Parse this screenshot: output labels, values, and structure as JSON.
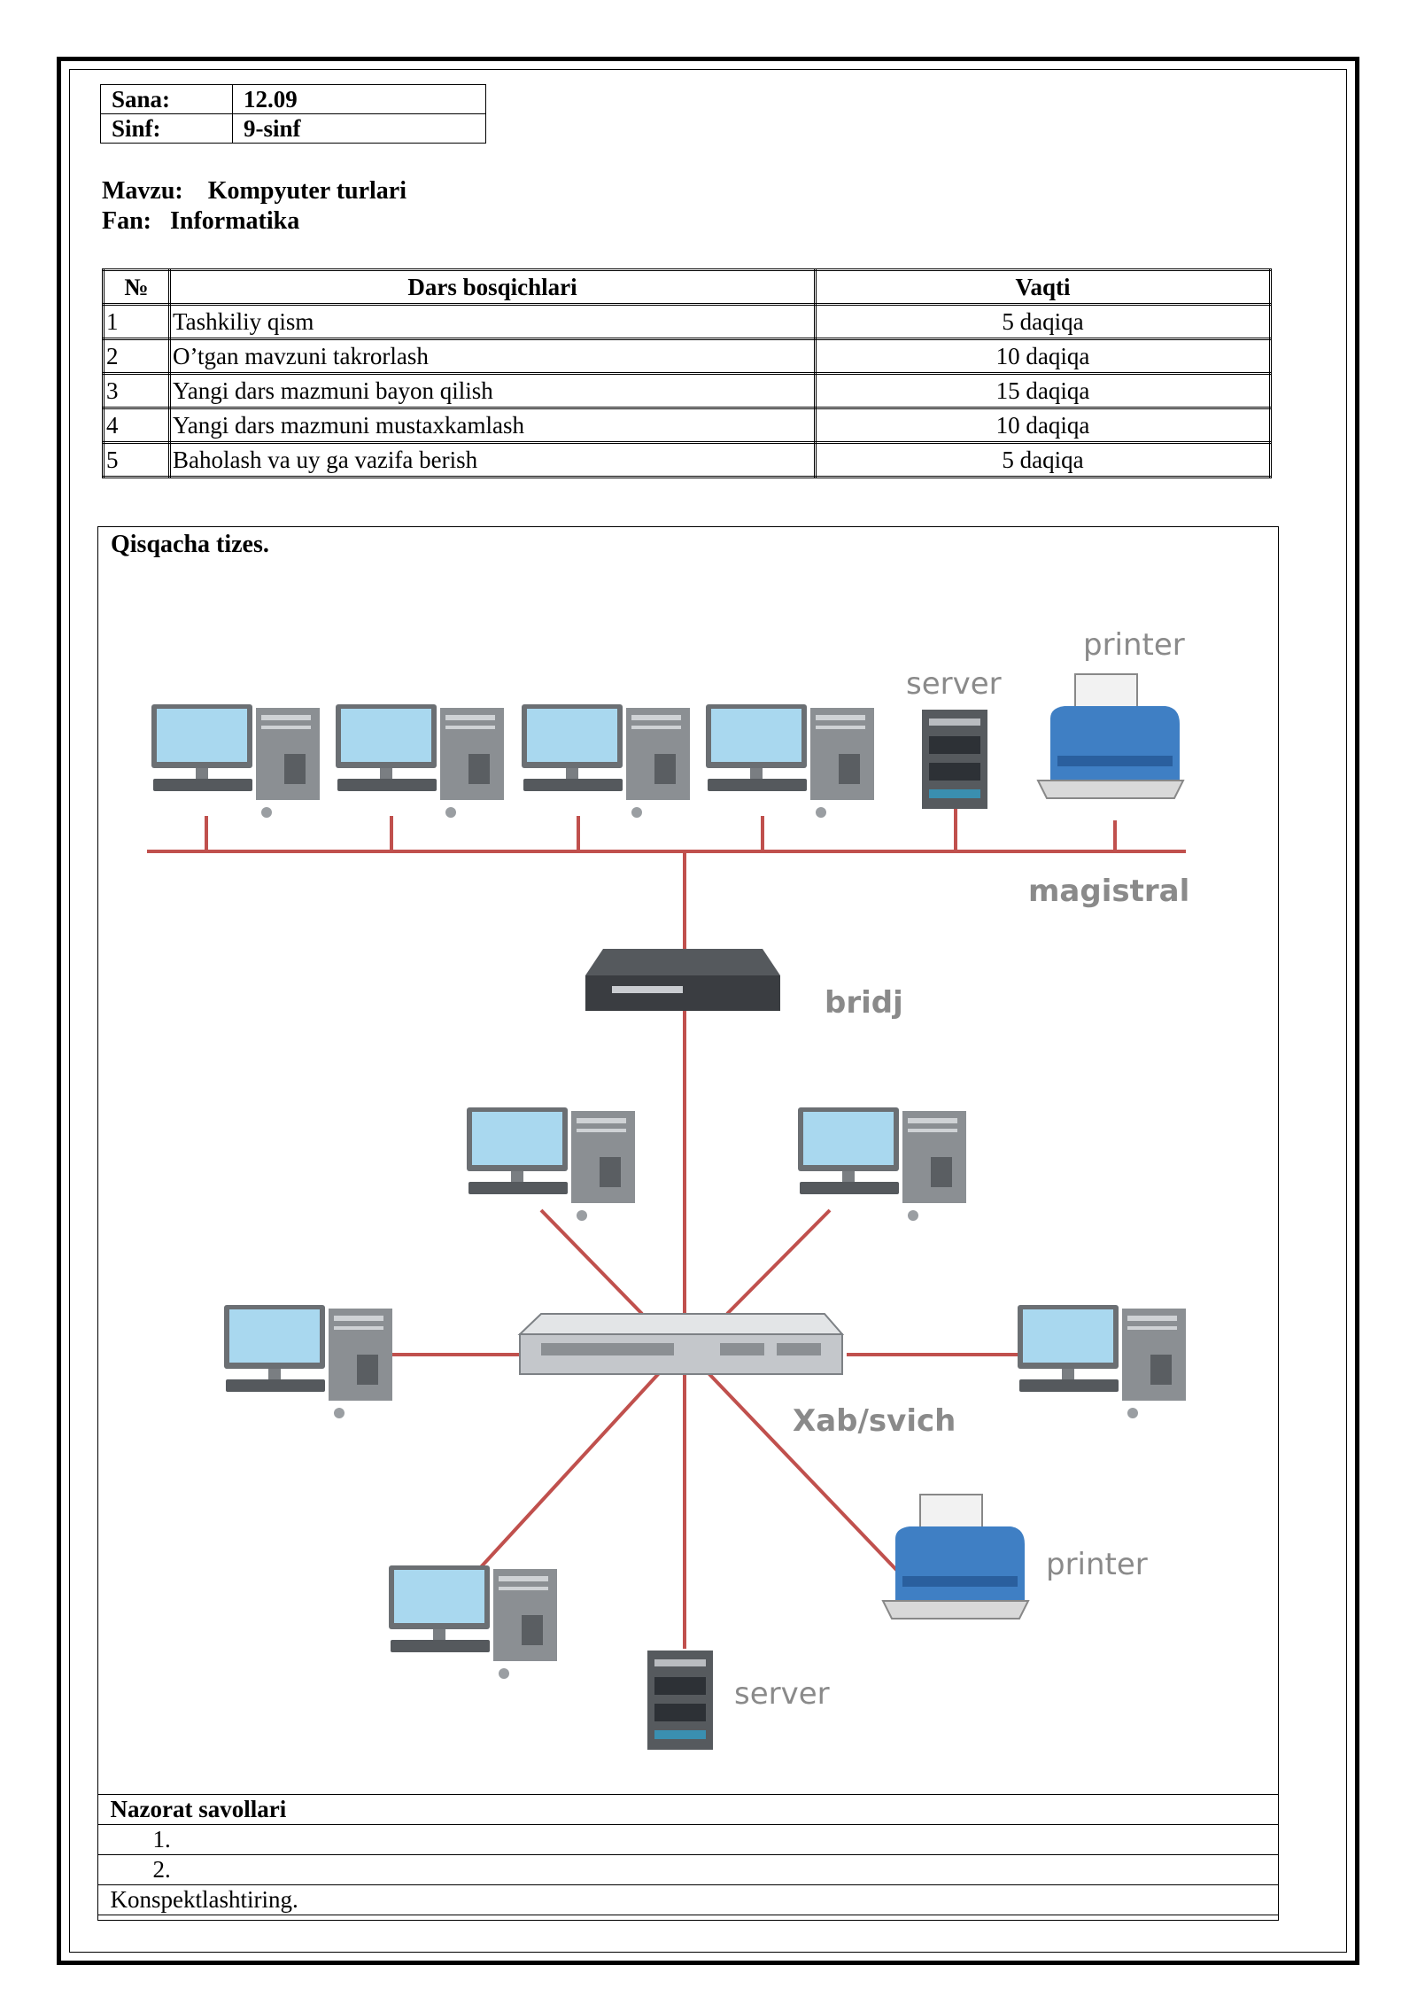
{
  "header": {
    "sana_label": "Sana:",
    "sana_value": "12.09",
    "sinf_label": "Sinf:",
    "sinf_value": "9-sinf",
    "mavzu_label": "Mavzu:",
    "mavzu_value": "Kompyuter turlari",
    "fan_label": "Fan:",
    "fan_value": "Informatika"
  },
  "steps_table": {
    "headers": [
      "№",
      "Dars  bosqichlari",
      "Vaqti"
    ],
    "rows": [
      [
        "1",
        "Tashkiliy  qism",
        "5   daqiqa"
      ],
      [
        "2",
        "O’tgan  mavzuni  takrorlash",
        "10  daqiqa"
      ],
      [
        "3",
        "Yangi  dars  mazmuni  bayon qilish",
        "15  daqiqa"
      ],
      [
        "4",
        "Yangi  dars  mazmuni  mustaxkamlash",
        "10  daqiqa"
      ],
      [
        "5",
        "Baholash va uy ga vazifa berish",
        "5   daqiqa"
      ]
    ]
  },
  "summary": {
    "title": "Qisqacha tizes.",
    "diagram_labels": {
      "server_top": "server",
      "printer_top": "printer",
      "bus": "magistral",
      "bridge": "bridj",
      "hub": "Xab/svich",
      "printer_bottom": "printer",
      "server_bottom": "server"
    }
  },
  "questions": {
    "title": "Nazorat savollari",
    "items": [
      "1.",
      "2."
    ],
    "footer": "Konspektlashtiring."
  },
  "colors": {
    "line": "#c0504d",
    "screen": "#a9d8ef",
    "printer": "#3f7fc4"
  }
}
